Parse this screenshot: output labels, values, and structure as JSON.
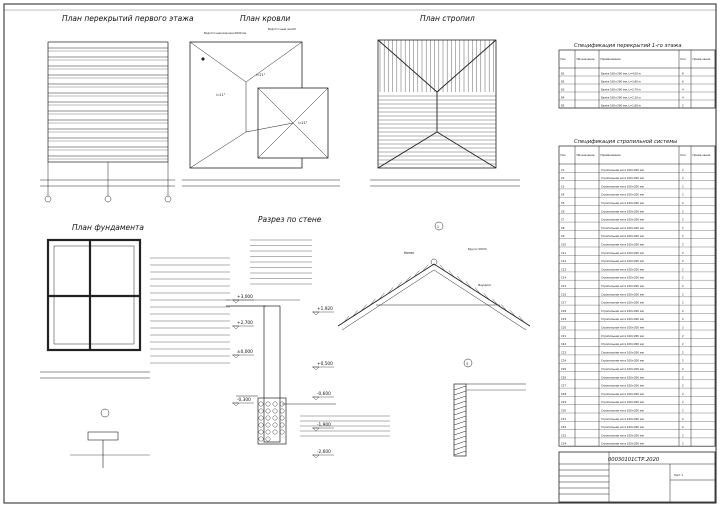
{
  "drawing": {
    "titles": {
      "floor_plan": "План перекрытий первого этажа",
      "roof_plan": "План кровли",
      "rafter_plan": "План стропил",
      "foundation_plan": "План фундамента",
      "section": "Разрез по стене"
    },
    "roof_labels": {
      "slope_a": "i=21°",
      "slope_b": "i=21°",
      "slope_c": "i=21°",
      "gutter": "Водосточная воронка Ø100 мм",
      "drain": "Водосточный желоб"
    },
    "elevations": [
      "+3,000",
      "+2,700",
      "±0,000",
      "-0,300",
      "+1,920",
      "+0,500",
      "-0,600",
      "-1,900",
      "-2,600"
    ],
    "node_labels": {
      "node1": "1",
      "node3": "3",
      "ridge": "Конек",
      "bar": "Брусок 50х50",
      "mauerlat": "Мауэрлат"
    },
    "stamp": {
      "code": "00030101СТР.2020",
      "sheet": "Лист 1"
    }
  },
  "specs": {
    "floor_title": "Спецификация перекрытий 1-го этажа",
    "floor_headers": [
      "Поз.",
      "Обозначение",
      "Наименование",
      "Кол.",
      "Приме-чание"
    ],
    "floor_rows": [
      {
        "pos": "Б1",
        "name": "Балка 100×200 мм, L=4,50 м",
        "qty": "8"
      },
      {
        "pos": "Б2",
        "name": "Балка 100×200 мм, L=3,90 м",
        "qty": "6"
      },
      {
        "pos": "Б3",
        "name": "Балка 100×200 мм, L=2,70 м",
        "qty": "4"
      },
      {
        "pos": "Б4",
        "name": "Балка 100×200 мм, L=2,10 м",
        "qty": "4"
      },
      {
        "pos": "Б5",
        "name": "Балка 100×200 мм, L=1,80 м",
        "qty": "2"
      }
    ],
    "rafter_title": "Спецификация стропильной системы",
    "rafter_headers": [
      "Поз.",
      "Обозначение",
      "Наименование",
      "Кол.",
      "Приме-чание"
    ],
    "rafter_rows": [
      {
        "pos": "С1",
        "name": "Стропильная нога 100×200 мм",
        "qty": "2"
      },
      {
        "pos": "С2",
        "name": "Стропильная нога 100×200 мм",
        "qty": "2"
      },
      {
        "pos": "С3",
        "name": "Стропильная нога 100×200 мм",
        "qty": "2"
      },
      {
        "pos": "С4",
        "name": "Стропильная нога 100×200 мм",
        "qty": "2"
      },
      {
        "pos": "С5",
        "name": "Стропильная нога 100×200 мм",
        "qty": "2"
      },
      {
        "pos": "С6",
        "name": "Стропильная нога 100×200 мм",
        "qty": "2"
      },
      {
        "pos": "С7",
        "name": "Стропильная нога 100×200 мм",
        "qty": "2"
      },
      {
        "pos": "С8",
        "name": "Стропильная нога 100×200 мм",
        "qty": "2"
      },
      {
        "pos": "С9",
        "name": "Стропильная нога 100×200 мм",
        "qty": "2"
      },
      {
        "pos": "С10",
        "name": "Стропильная нога 100×200 мм",
        "qty": "2"
      },
      {
        "pos": "С11",
        "name": "Стропильная нога 100×200 мм",
        "qty": "2"
      },
      {
        "pos": "С12",
        "name": "Стропильная нога 100×200 мм",
        "qty": "2"
      },
      {
        "pos": "С13",
        "name": "Стропильная нога 100×200 мм",
        "qty": "2"
      },
      {
        "pos": "С14",
        "name": "Стропильная нога 100×200 мм",
        "qty": "2"
      },
      {
        "pos": "С15",
        "name": "Стропильная нога 100×200 мм",
        "qty": "2"
      },
      {
        "pos": "С16",
        "name": "Стропильная нога 100×200 мм",
        "qty": "2"
      },
      {
        "pos": "С17",
        "name": "Стропильная нога 100×200 мм",
        "qty": "2"
      },
      {
        "pos": "С18",
        "name": "Стропильная нога 100×200 мм",
        "qty": "2"
      },
      {
        "pos": "С19",
        "name": "Стропильная нога 100×200 мм",
        "qty": "2"
      },
      {
        "pos": "С20",
        "name": "Стропильная нога 100×200 мм",
        "qty": "2"
      },
      {
        "pos": "С21",
        "name": "Стропильная нога 100×200 мм",
        "qty": "2"
      },
      {
        "pos": "С22",
        "name": "Стропильная нога 100×200 мм",
        "qty": "2"
      },
      {
        "pos": "С23",
        "name": "Стропильная нога 100×200 мм",
        "qty": "2"
      },
      {
        "pos": "С24",
        "name": "Стропильная нога 100×200 мм",
        "qty": "2"
      },
      {
        "pos": "С25",
        "name": "Стропильная нога 100×200 мм",
        "qty": "2"
      },
      {
        "pos": "С26",
        "name": "Стропильная нога 100×200 мм",
        "qty": "2"
      },
      {
        "pos": "С27",
        "name": "Стропильная нога 100×200 мм",
        "qty": "2"
      },
      {
        "pos": "С28",
        "name": "Стропильная нога 100×200 мм",
        "qty": "2"
      },
      {
        "pos": "С29",
        "name": "Стропильная нога 100×200 мм",
        "qty": "2"
      },
      {
        "pos": "С30",
        "name": "Стропильная нога 100×200 мм",
        "qty": "2"
      },
      {
        "pos": "С31",
        "name": "Стропильная нога 100×200 мм",
        "qty": "2"
      },
      {
        "pos": "С32",
        "name": "Стропильная нога 100×200 мм",
        "qty": "2"
      },
      {
        "pos": "С33",
        "name": "Стропильная нога 100×200 мм",
        "qty": "2"
      },
      {
        "pos": "С34",
        "name": "Стропильная нога 100×200 мм",
        "qty": "2"
      }
    ]
  }
}
